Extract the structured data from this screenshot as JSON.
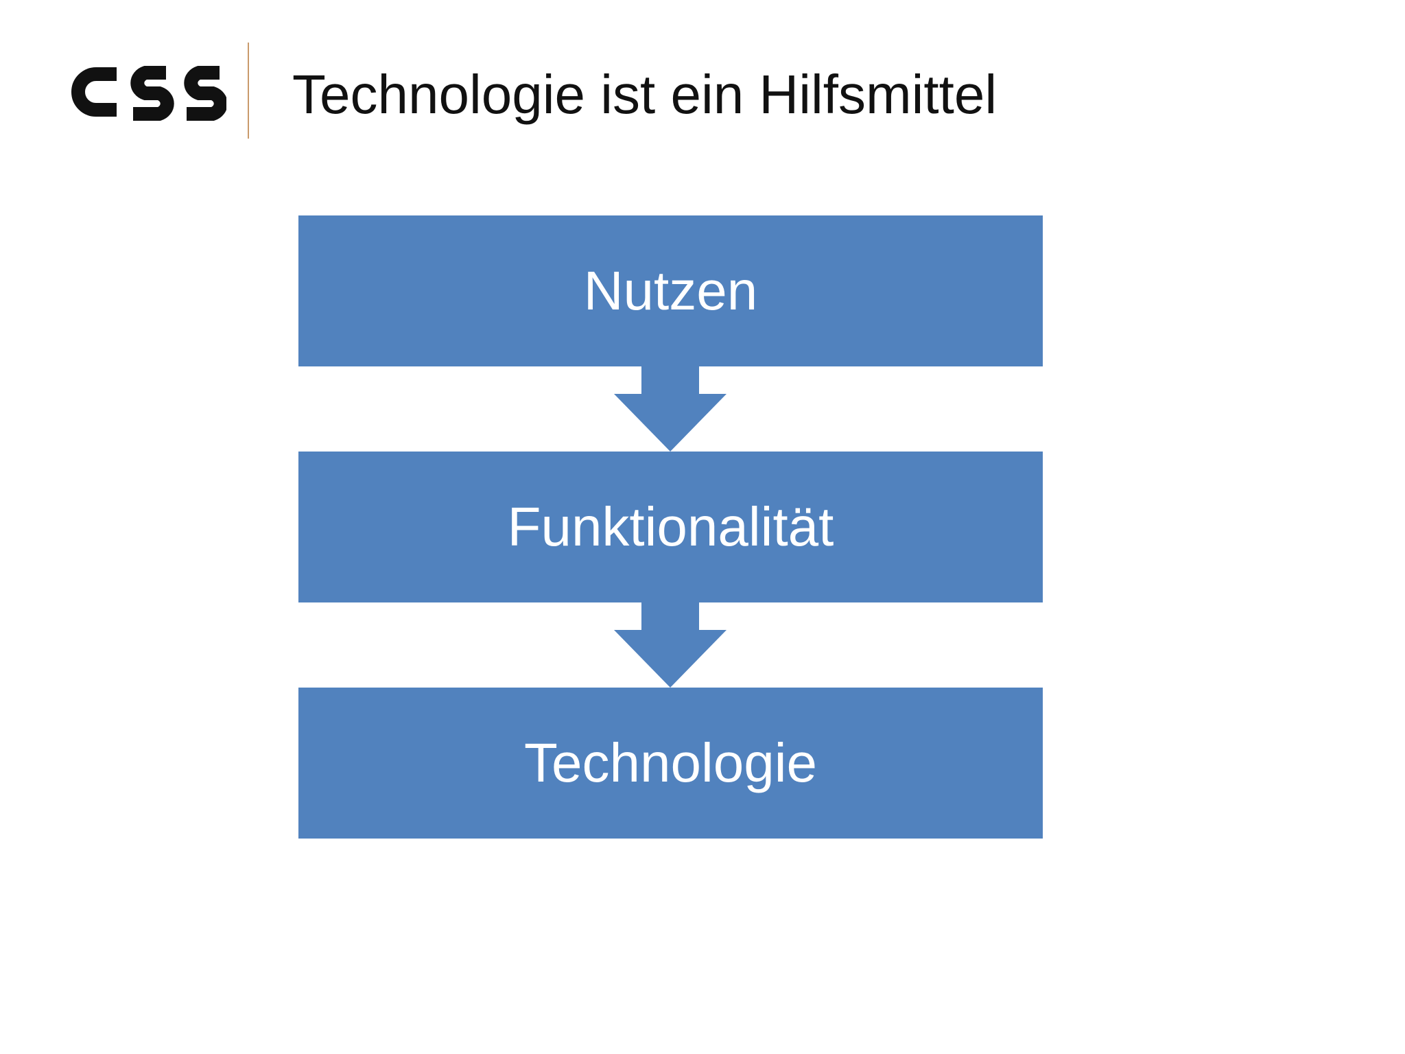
{
  "header": {
    "logo_text": "CSS",
    "title": "Technologie ist ein Hilfsmittel"
  },
  "flow": {
    "steps": [
      {
        "label": "Nutzen"
      },
      {
        "label": "Funktionalität"
      },
      {
        "label": "Technologie"
      }
    ]
  },
  "colors": {
    "box_fill": "#5182be",
    "box_text": "#ffffff",
    "title_text": "#111111",
    "divider": "#c99a6b",
    "logo": "#111111"
  }
}
